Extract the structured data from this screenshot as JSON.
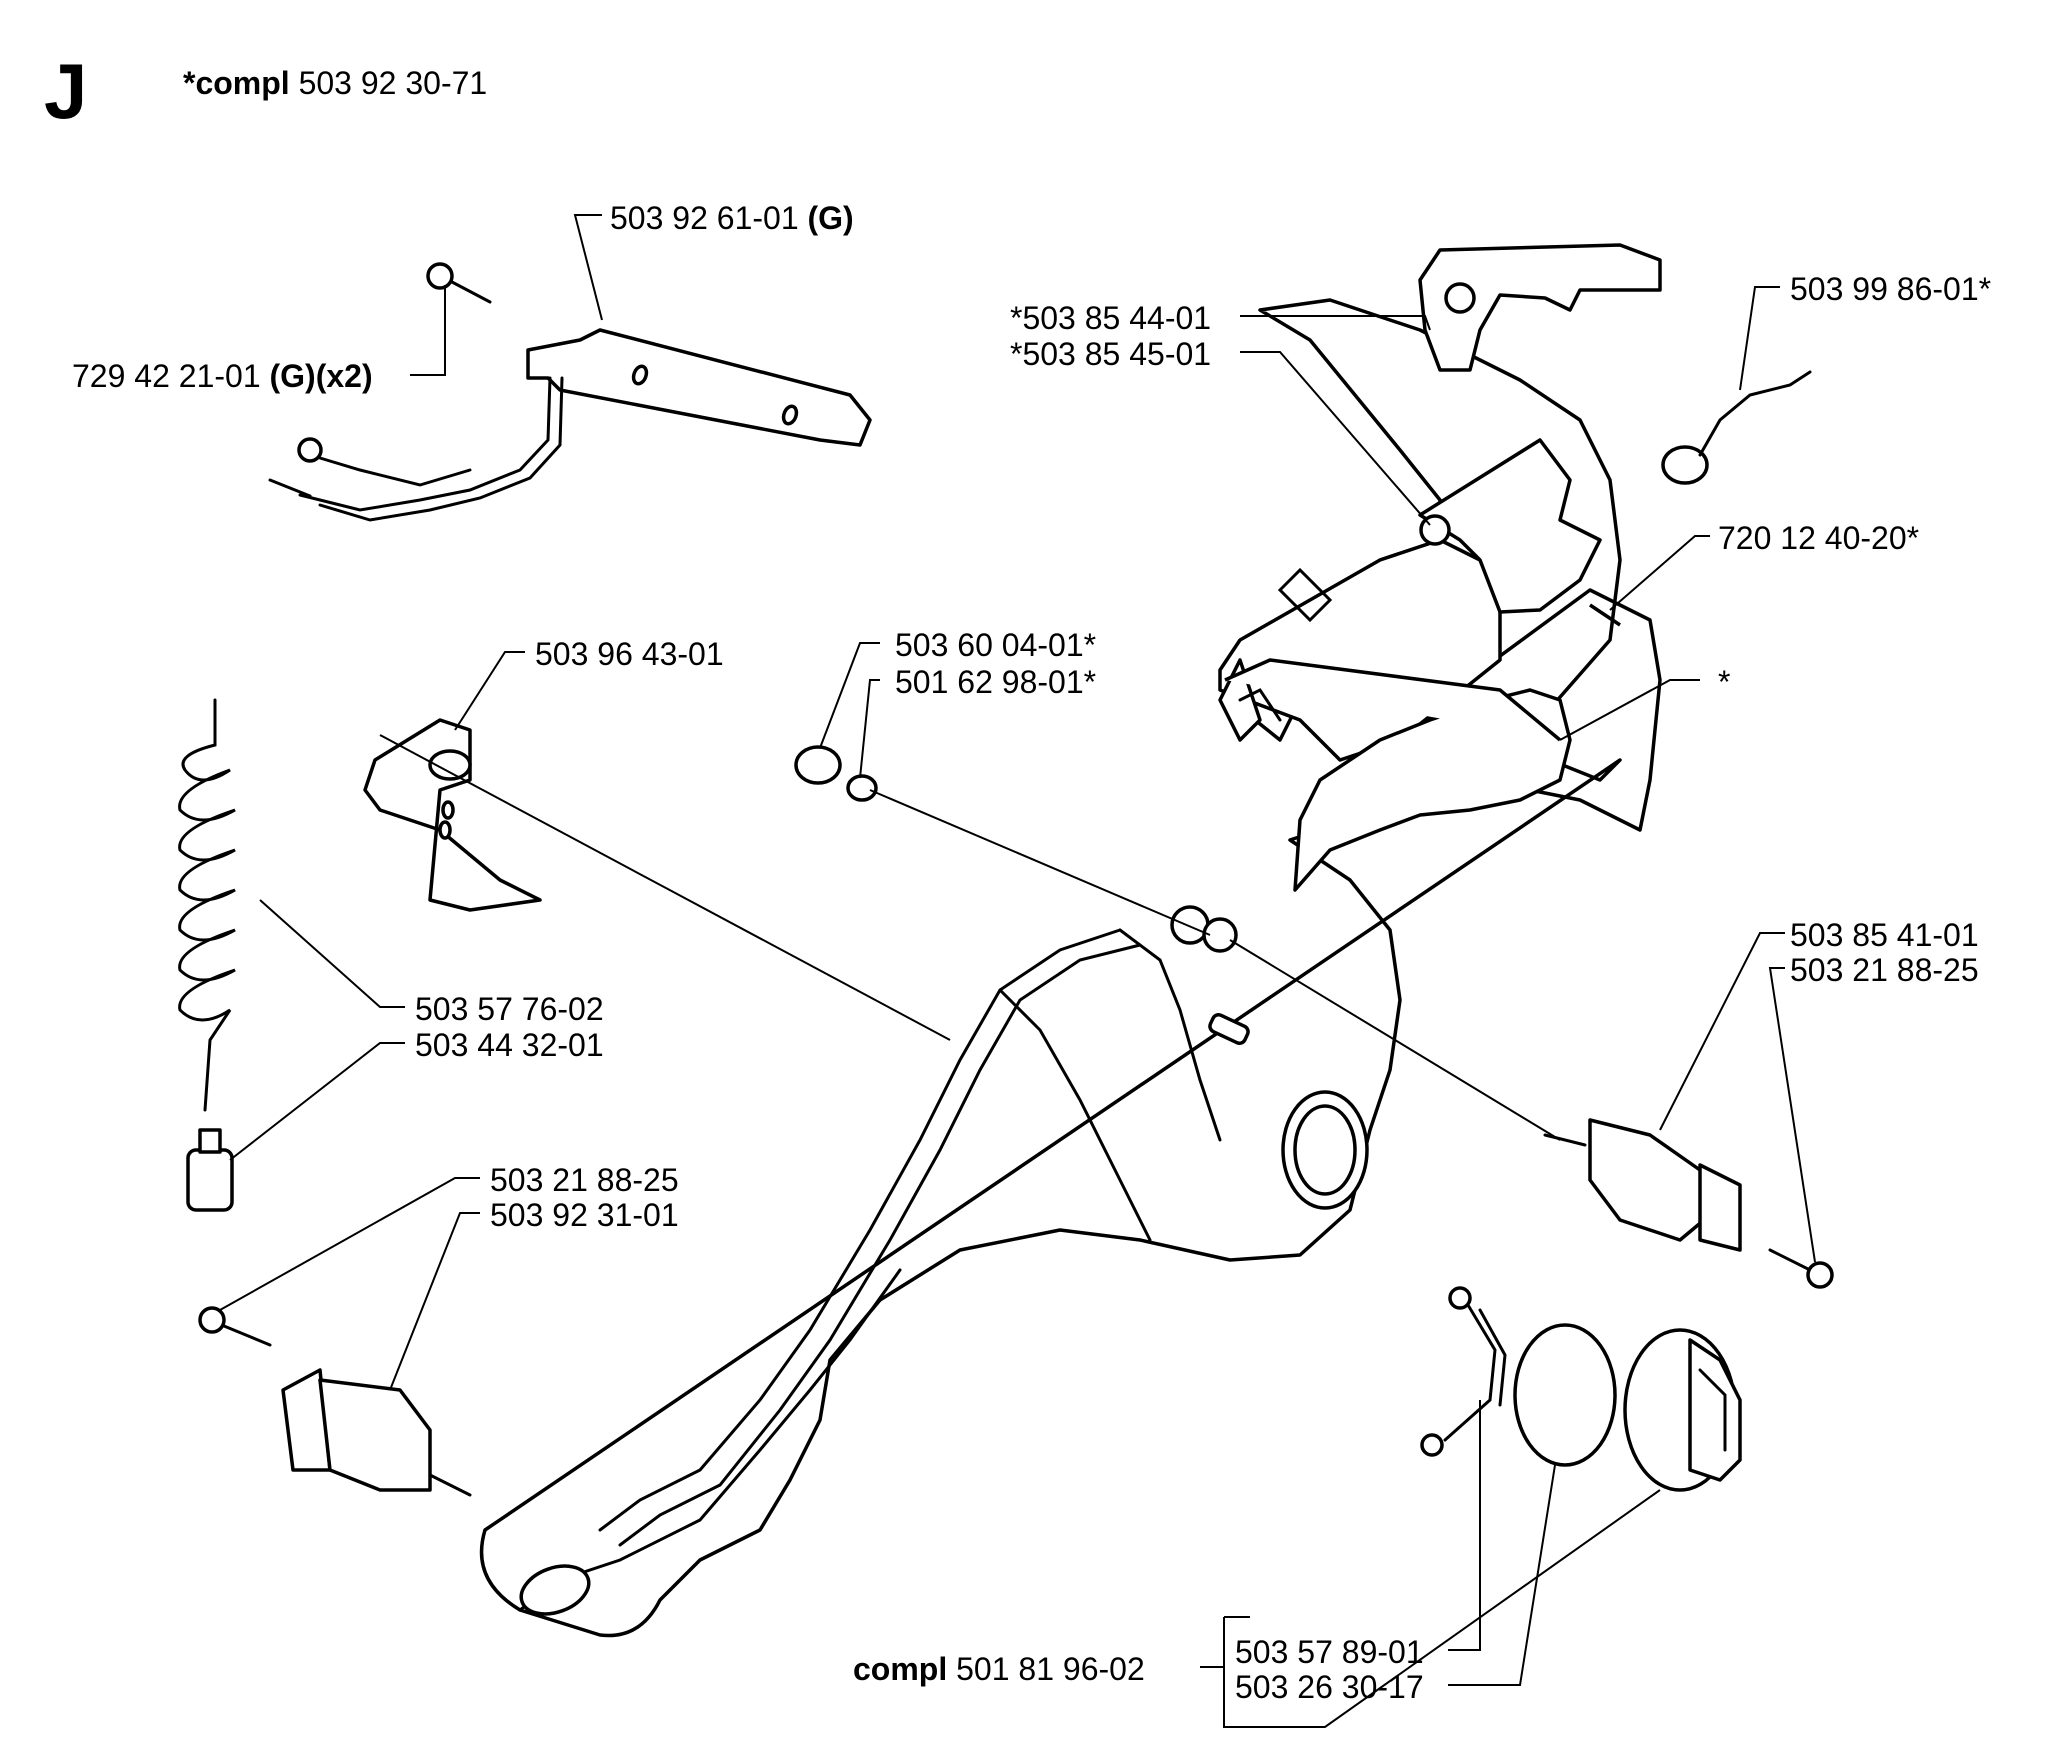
{
  "section_letter": "J",
  "header": {
    "compl_prefix": "*compl",
    "compl_number": "503 92 30-71"
  },
  "labels": {
    "p_503926101": {
      "num": "503 92 61-01",
      "suffix": "(G)"
    },
    "p_729422101": {
      "num": "729 42 21-01",
      "suffix": "(G)(x2)"
    },
    "p_503854401": {
      "num": "*503 85 44-01"
    },
    "p_503854501": {
      "num": "*503 85 45-01"
    },
    "p_503998601": {
      "num": "503 99 86-01*"
    },
    "p_720124020": {
      "num": "720 12 40-20*"
    },
    "p_503964301": {
      "num": "503 96 43-01"
    },
    "p_503600401": {
      "num": "503 60 04-01*"
    },
    "p_501629801": {
      "num": "501 62 98-01*"
    },
    "p_star": {
      "num": "*"
    },
    "p_503577602": {
      "num": "503 57 76-02"
    },
    "p_503443201": {
      "num": "503 44 32-01"
    },
    "p_503854101": {
      "num": "503 85 41-01"
    },
    "p_503218825_r": {
      "num": "503 21 88-25"
    },
    "p_503218825_l": {
      "num": "503 21 88-25"
    },
    "p_503923101": {
      "num": "503 92 31-01"
    },
    "p_503578901": {
      "num": "503 57 89-01"
    },
    "p_503263017": {
      "num": "503 26 30-17"
    }
  },
  "bottom_compl": {
    "prefix": "compl",
    "number": "501 81 96-02"
  }
}
